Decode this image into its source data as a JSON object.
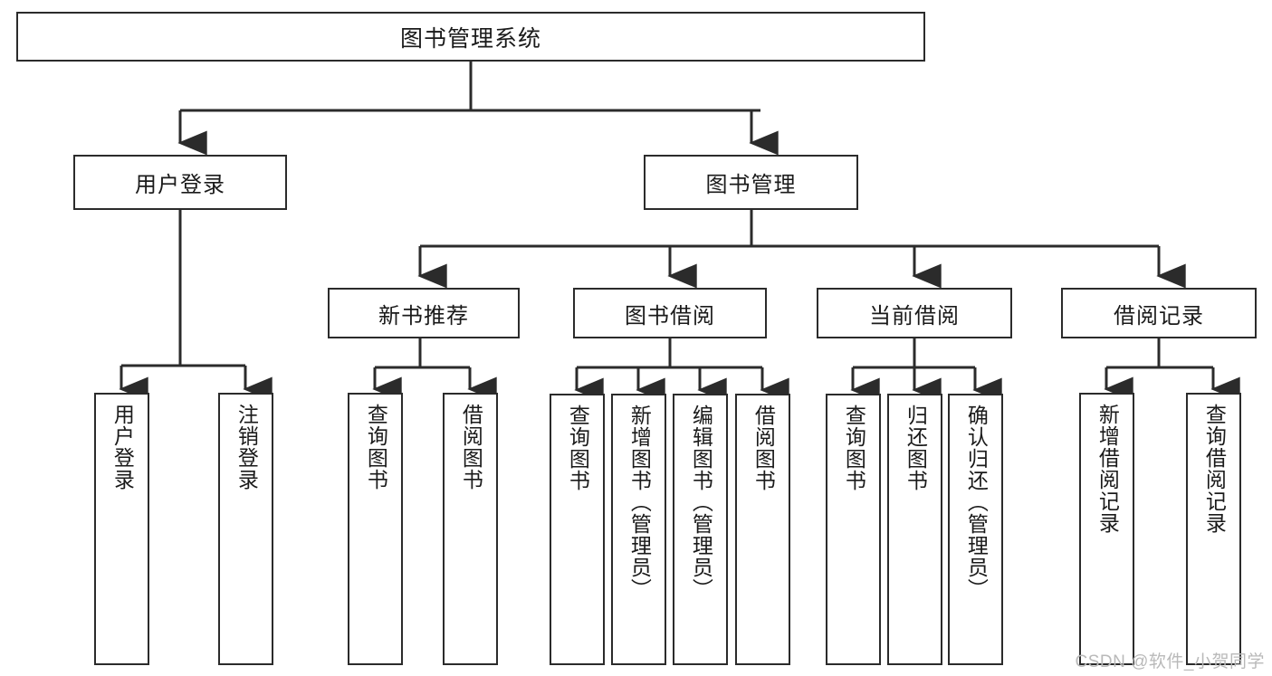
{
  "diagram": {
    "title": "图书管理系统",
    "type": "tree-hierarchy-chart",
    "watermark": "CSDN @软件_小贺同学",
    "colors": {
      "box_border": "#2b2b2b",
      "box_fill": "#ffffff",
      "connector": "#2b2b2b",
      "text": "#1a1a1a",
      "watermark": "#b9b9b9",
      "background": "#ffffff"
    }
  },
  "nodes": {
    "root": {
      "label": "图书管理系统"
    },
    "level2": [
      {
        "id": "user-login",
        "label": "用户登录"
      },
      {
        "id": "book-management",
        "label": "图书管理"
      }
    ],
    "level3": [
      {
        "id": "new-book-recommend",
        "label": "新书推荐"
      },
      {
        "id": "book-borrow",
        "label": "图书借阅"
      },
      {
        "id": "current-borrow",
        "label": "当前借阅"
      },
      {
        "id": "borrow-record",
        "label": "借阅记录"
      }
    ],
    "leaves": {
      "user_login": [
        {
          "id": "leaf-user-login",
          "label": "用户登录"
        },
        {
          "id": "leaf-logout-login",
          "label": "注销登录"
        }
      ],
      "new_book_recommend": [
        {
          "id": "leaf-query-book-1",
          "label": "查询图书"
        },
        {
          "id": "leaf-borrow-book-1",
          "label": "借阅图书"
        }
      ],
      "book_borrow": [
        {
          "id": "leaf-query-book-2",
          "label": "查询图书"
        },
        {
          "id": "leaf-add-book",
          "label": "新增图书（管理员）"
        },
        {
          "id": "leaf-edit-book",
          "label": "编辑图书（管理员）"
        },
        {
          "id": "leaf-borrow-book-2",
          "label": "借阅图书"
        }
      ],
      "current_borrow": [
        {
          "id": "leaf-query-book-3",
          "label": "查询图书"
        },
        {
          "id": "leaf-return-book",
          "label": "归还图书"
        },
        {
          "id": "leaf-confirm-return",
          "label": "确认归还（管理员）"
        }
      ],
      "borrow_record": [
        {
          "id": "leaf-add-record",
          "label": "新增借阅记录"
        },
        {
          "id": "leaf-query-record",
          "label": "查询借阅记录"
        }
      ]
    }
  }
}
